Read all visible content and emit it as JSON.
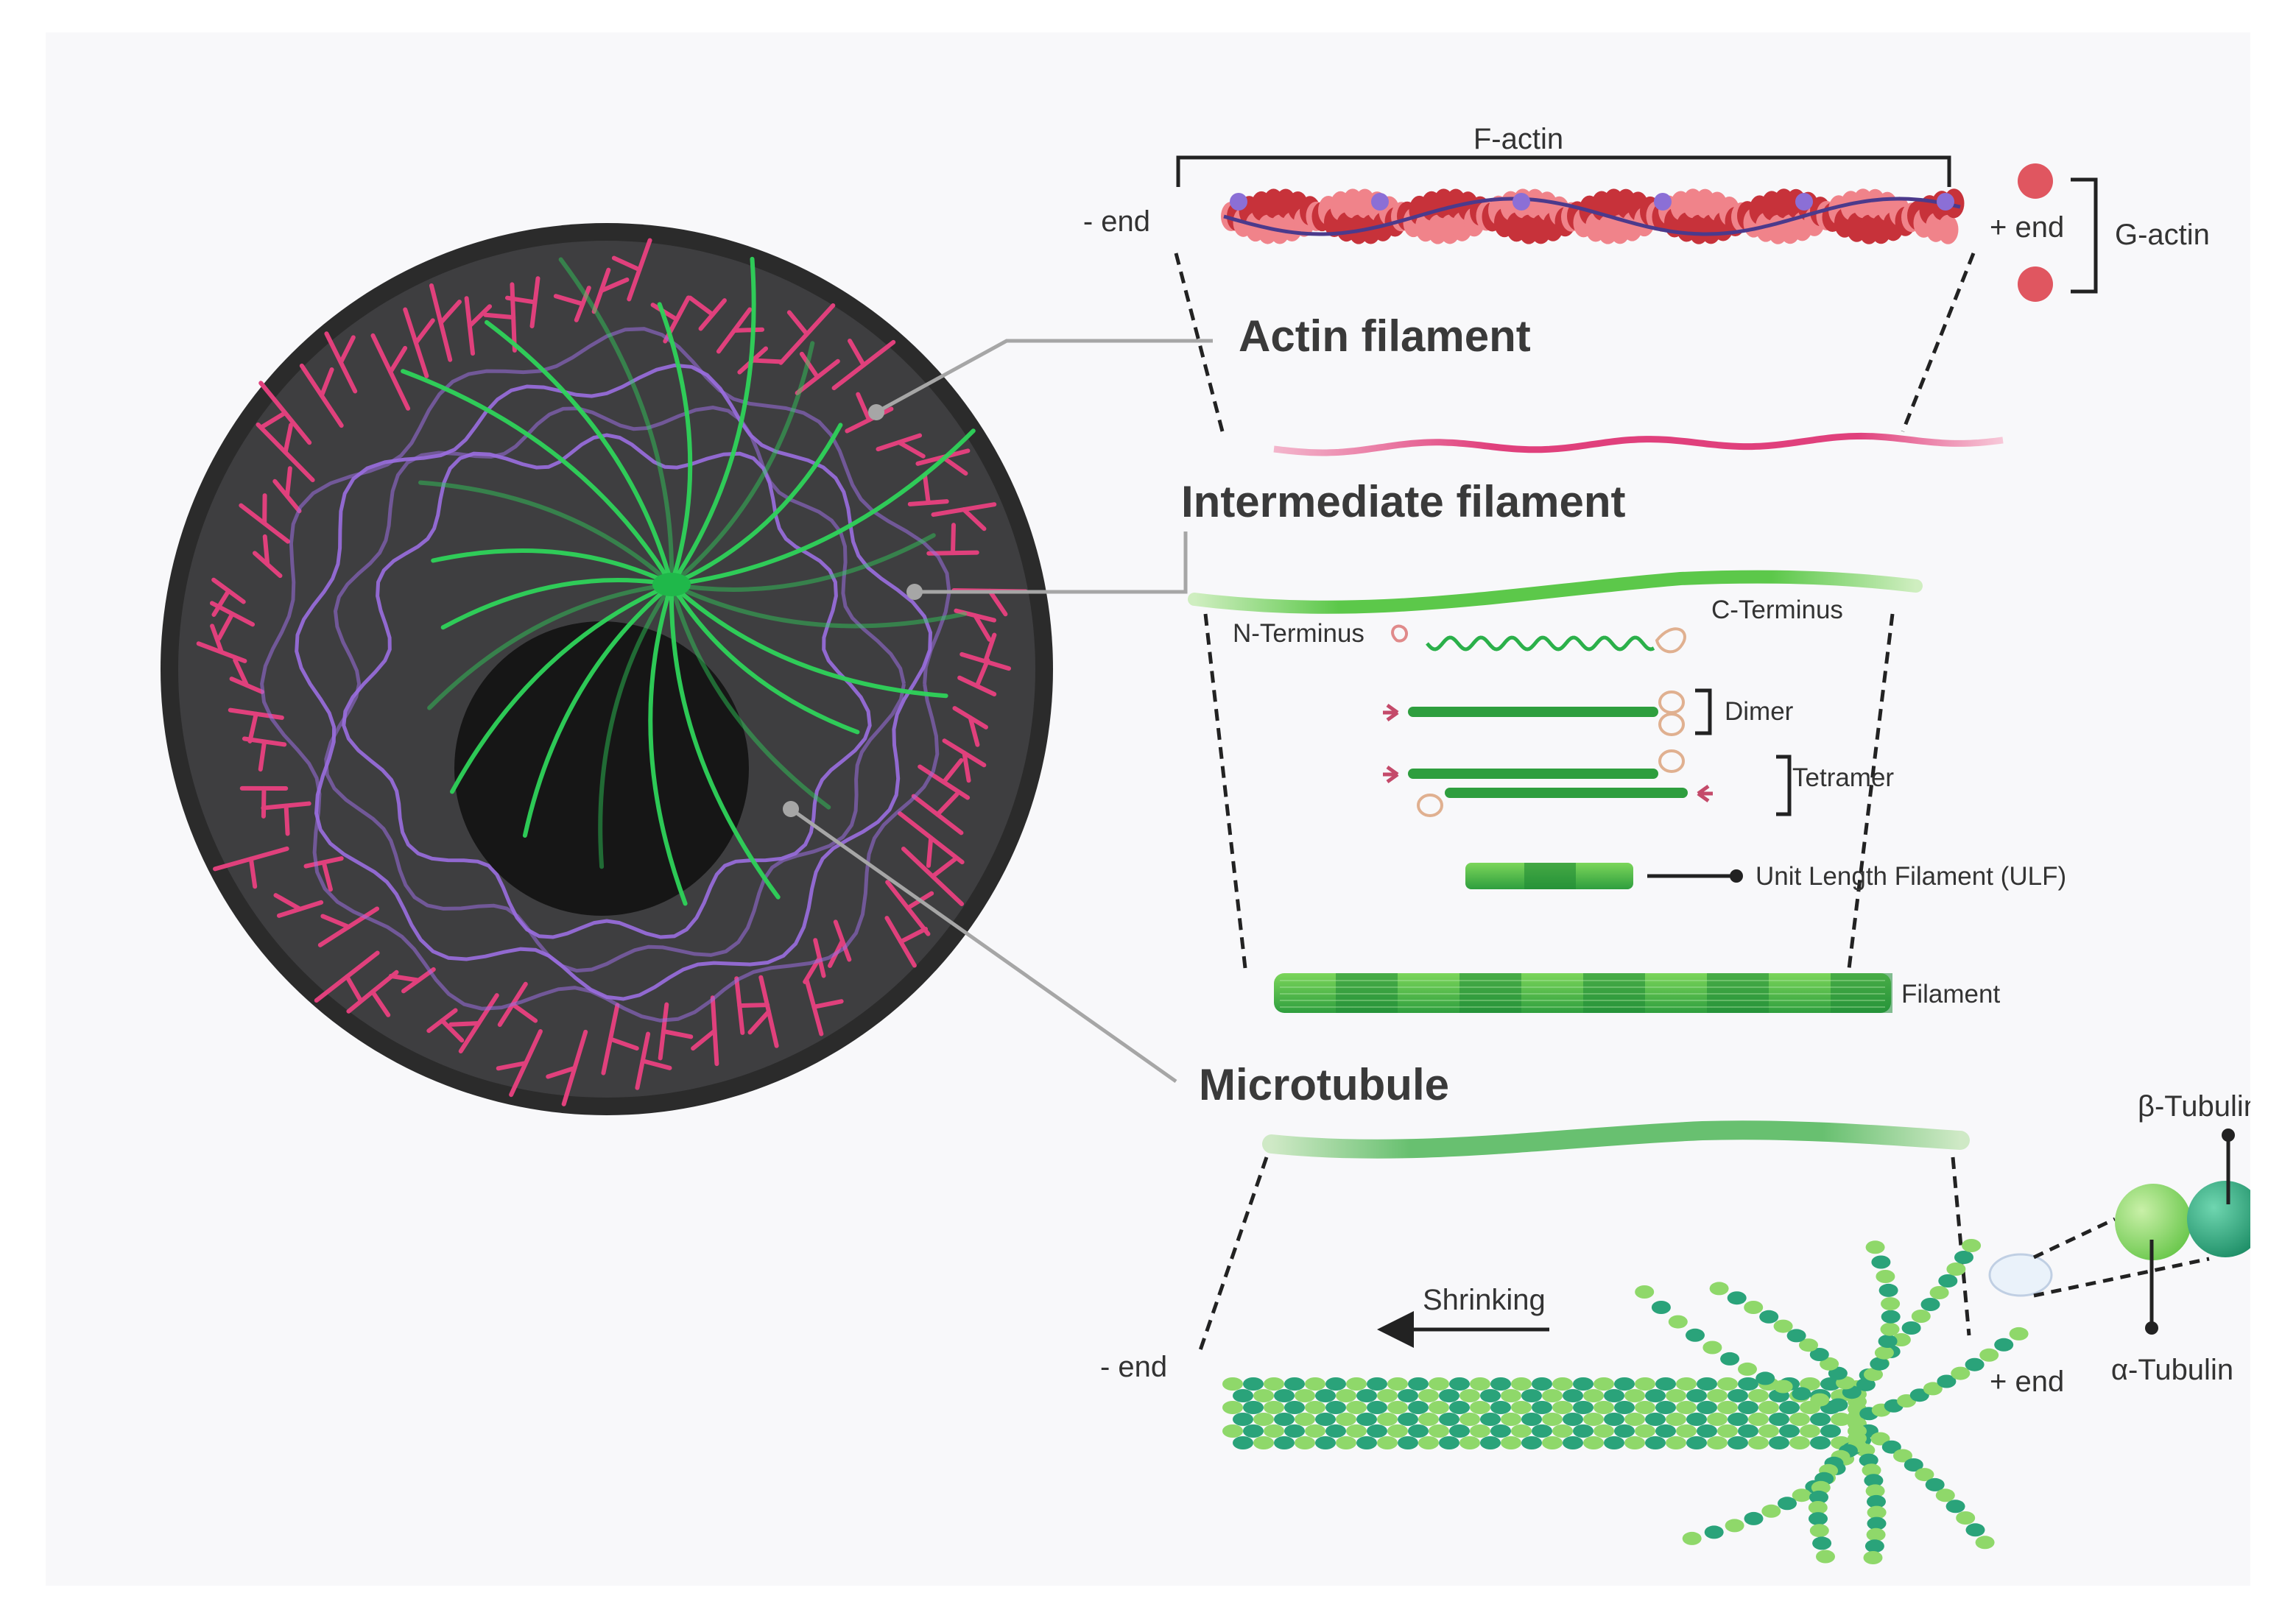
{
  "labels": {
    "f_actin": "F-actin",
    "g_actin": "G-actin",
    "actin_minus_end": "- end",
    "actin_plus_end": "+ end",
    "actin_filament": "Actin filament",
    "intermediate_filament": "Intermediate filament",
    "n_terminus": "N-Terminus",
    "c_terminus": "C-Terminus",
    "dimer": "Dimer",
    "tetramer": "Tetramer",
    "ulf": "Unit Length Filament (ULF)",
    "filament": "Filament",
    "microtubule": "Microtubule",
    "shrinking": "Shrinking",
    "mt_minus_end": "- end",
    "mt_plus_end": "+ end",
    "beta_tubulin": "β-Tubulin",
    "alpha_tubulin": "α-Tubulin"
  },
  "colors": {
    "background": "#f8f8fa",
    "cell_rim": "#2b2b2b",
    "cytoplasm": "#3e3e40",
    "nucleus": "#161616",
    "actin_network": "#e0407c",
    "intermediate_network": "#9a6ee0",
    "microtubule_network": "#2ed35a",
    "actin_dark": "#c7323a",
    "actin_light": "#f0838a",
    "tropomyosin": "#4b3a8c",
    "troponin": "#8b6fd6",
    "if_green": "#2e9e3e",
    "if_light": "#7cd65a",
    "alpha_tubulin": "#8fd86a",
    "beta_tubulin": "#2aa37a",
    "callout_line": "#a6a6a6"
  }
}
